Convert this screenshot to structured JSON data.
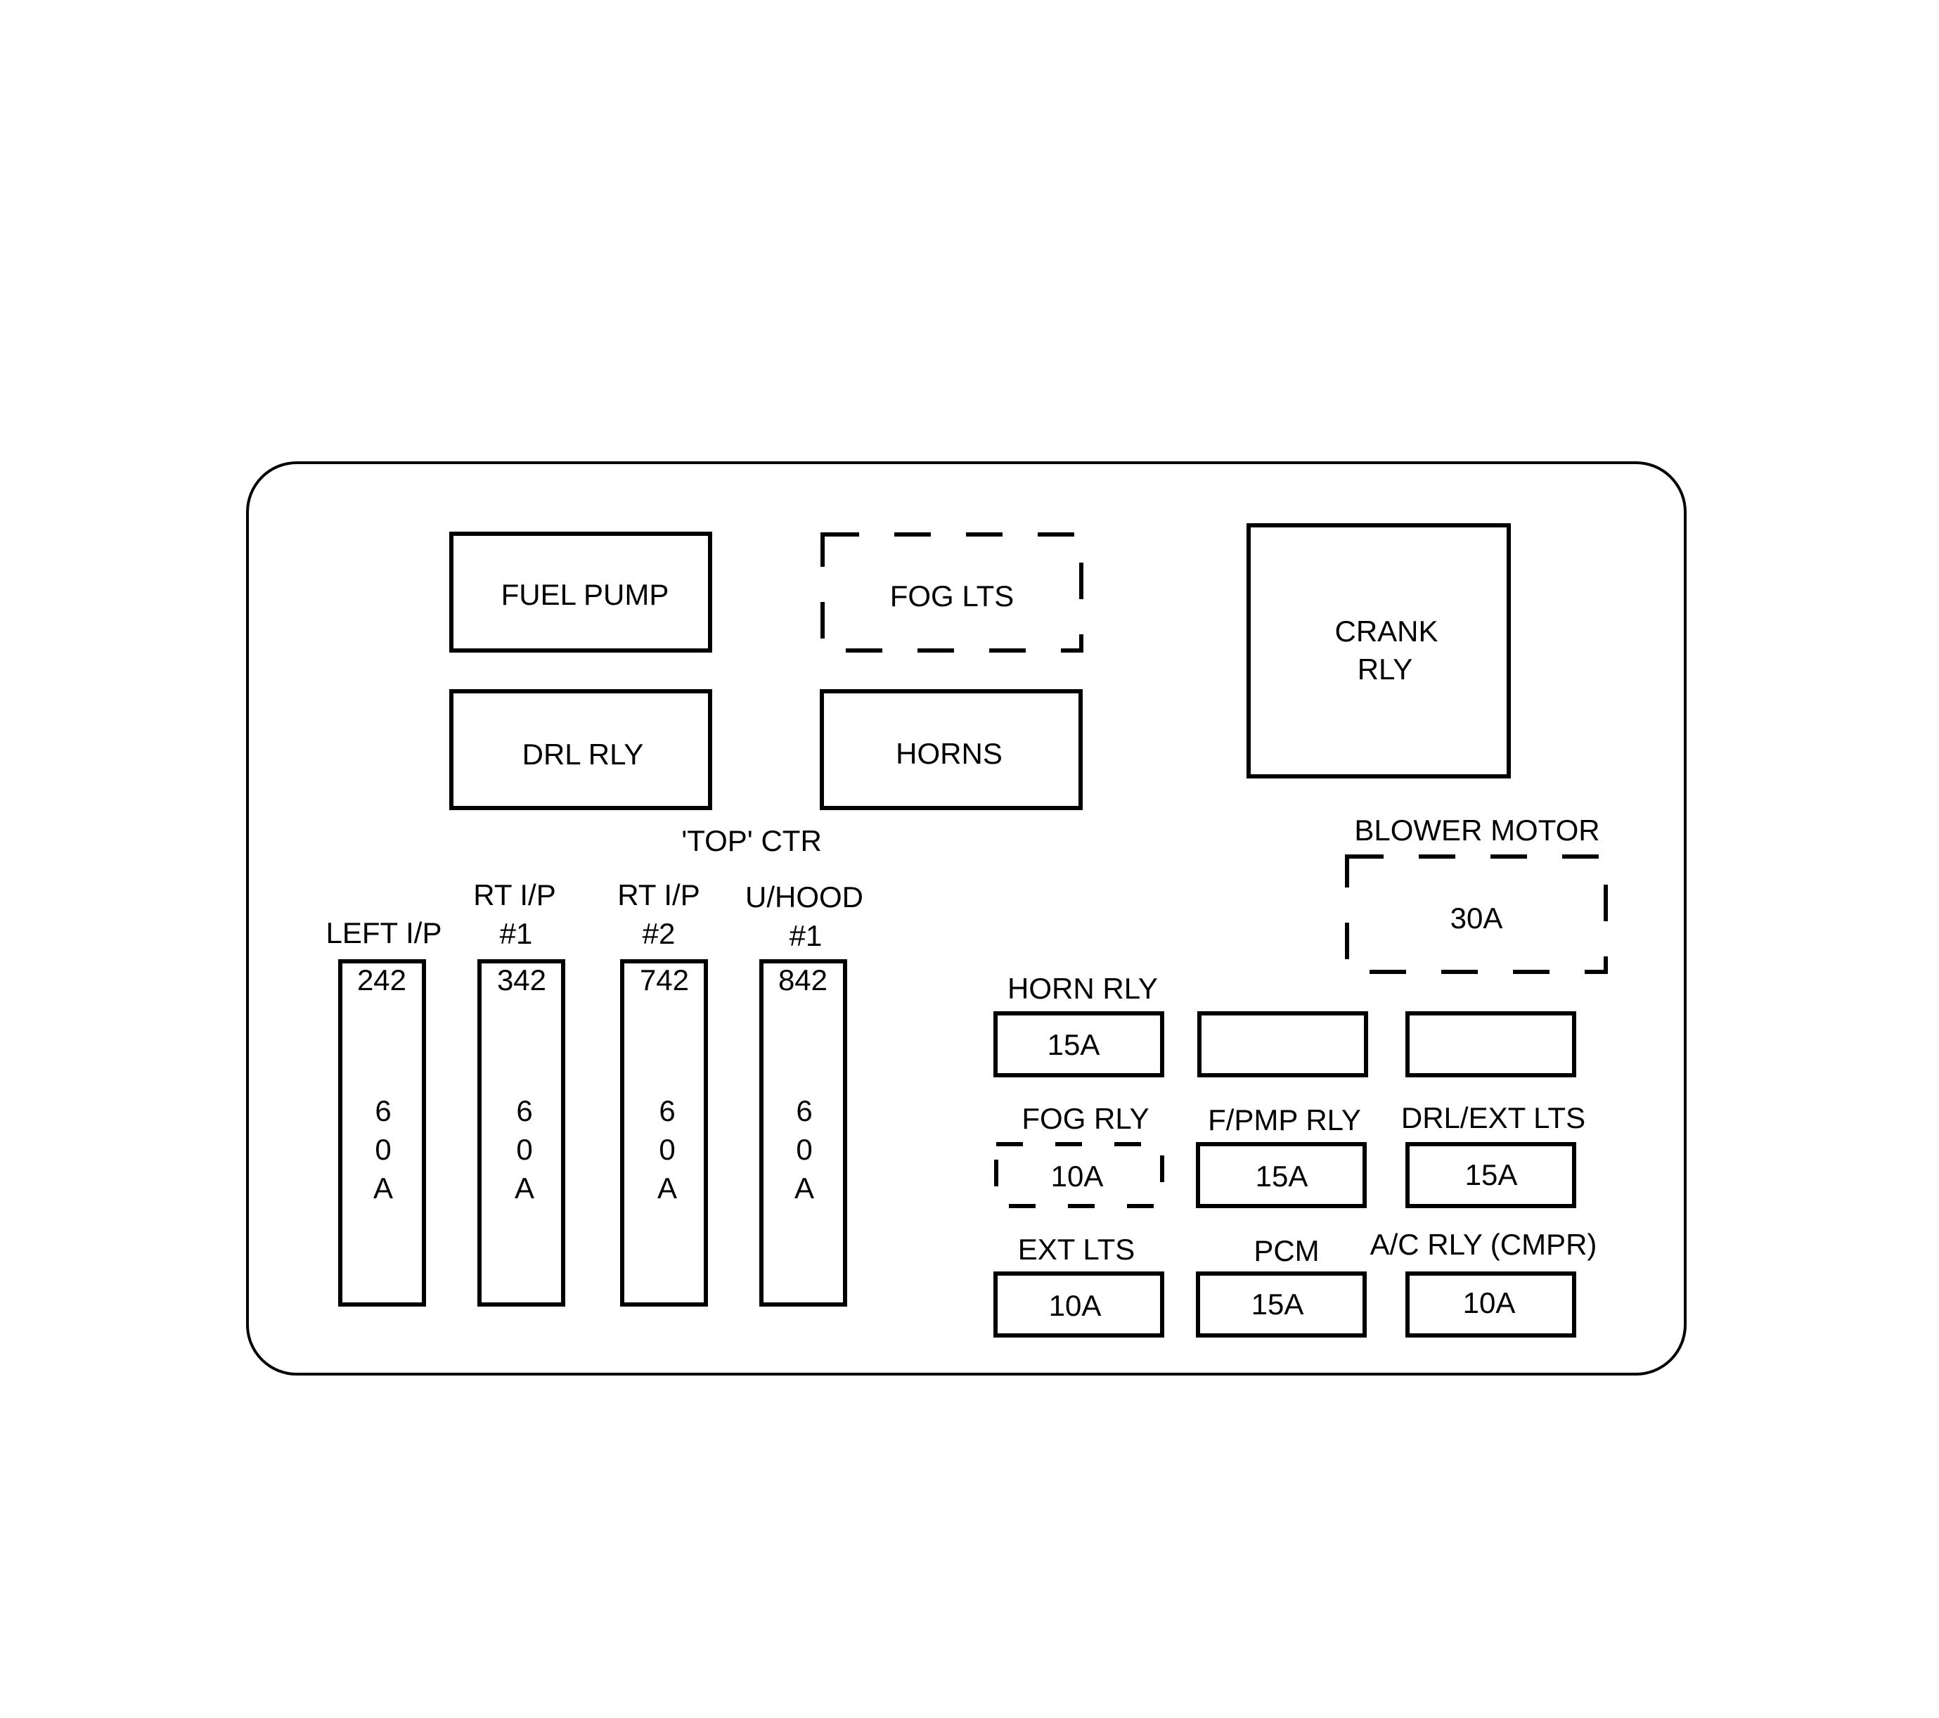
{
  "relays": {
    "fuel_pump": "FUEL PUMP",
    "fog_lts": "FOG LTS",
    "drl_rly": "DRL RLY",
    "horns": "HORNS",
    "crank_rly_line1": "CRANK",
    "crank_rly_line2": "RLY"
  },
  "top_ctr": "'TOP'  CTR",
  "maxi_fuses": [
    {
      "label1": "LEFT I/P",
      "label2": "",
      "code": "242",
      "rating": [
        "6",
        "0",
        "A"
      ]
    },
    {
      "label1": "RT I/P",
      "label2": "#1",
      "code": "342",
      "rating": [
        "6",
        "0",
        "A"
      ]
    },
    {
      "label1": "RT I/P",
      "label2": "#2",
      "code": "742",
      "rating": [
        "6",
        "0",
        "A"
      ]
    },
    {
      "label1": "U/HOOD",
      "label2": "#1",
      "code": "842",
      "rating": [
        "6",
        "0",
        "A"
      ]
    }
  ],
  "blower_motor": {
    "label": "BLOWER MOTOR",
    "value": "30A"
  },
  "mini_fuses": {
    "horn_rly": {
      "label": "HORN RLY",
      "value": "15A"
    },
    "empty_1": {
      "label": "",
      "value": ""
    },
    "empty_2": {
      "label": "",
      "value": ""
    },
    "fog_rly": {
      "label": "FOG RLY",
      "value": "10A"
    },
    "fpmp_rly": {
      "label": "F/PMP RLY",
      "value": "15A"
    },
    "drl_ext_lts": {
      "label": "DRL/EXT LTS",
      "value": "15A"
    },
    "ext_lts": {
      "label": "EXT LTS",
      "value": "10A"
    },
    "pcm": {
      "label": "PCM",
      "value": "15A"
    },
    "ac_rly": {
      "label": "A/C RLY (CMPR)",
      "value": "10A"
    }
  }
}
